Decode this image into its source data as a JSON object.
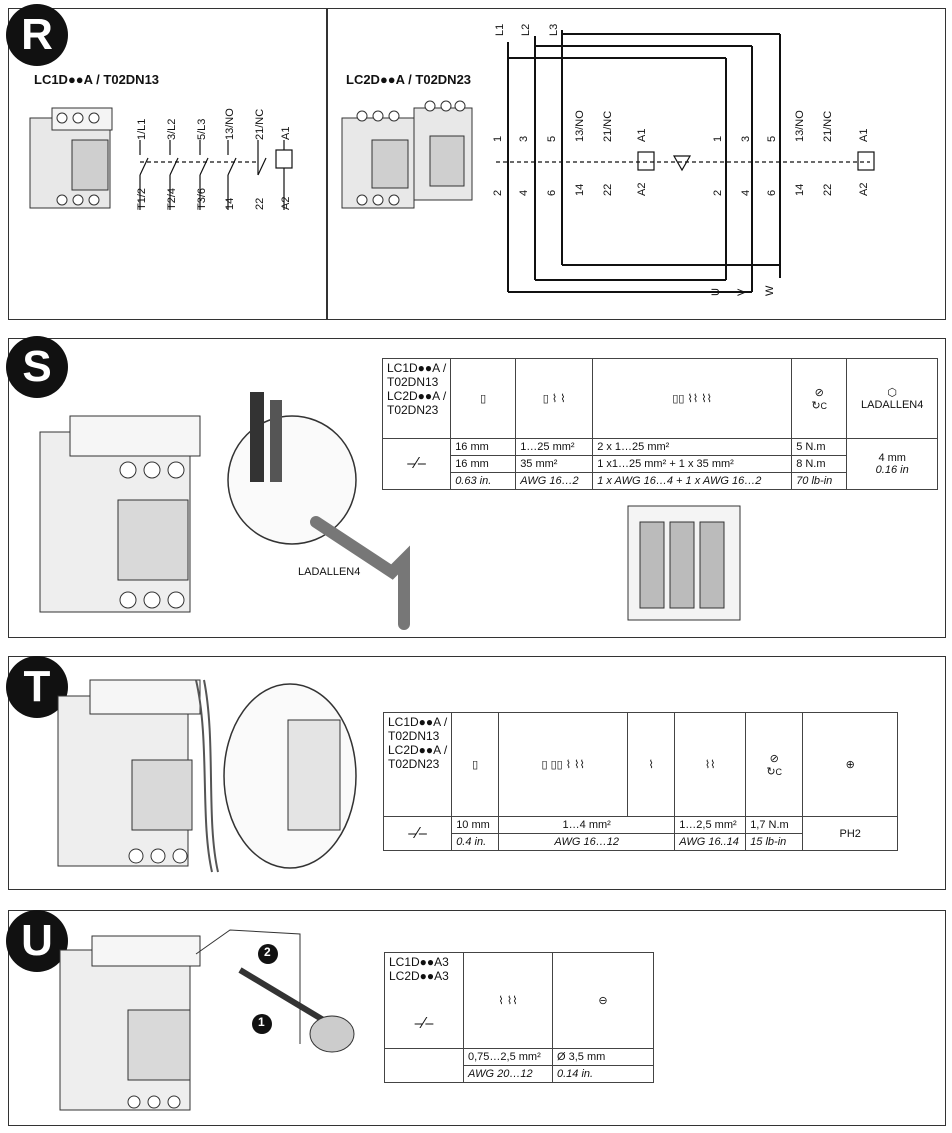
{
  "sections": {
    "R": {
      "letter": "R",
      "left_title": "LC1D●●A / T02DN13",
      "right_title": "LC2D●●A / T02DN23",
      "left_terms_top": [
        "1/L1",
        "3/L2",
        "5/L3",
        "13/NO",
        "21/NC",
        "A1"
      ],
      "left_terms_bot": [
        "T1/2",
        "T2/4",
        "T3/6",
        "14",
        "22",
        "A2"
      ],
      "right_terms_top": [
        "1",
        "3",
        "5",
        "13/NO",
        "21/NC",
        "A1",
        "1",
        "3",
        "5",
        "13/NO",
        "21/NC",
        "A1"
      ],
      "right_terms_bot": [
        "2",
        "4",
        "6",
        "14",
        "22",
        "A2",
        "2",
        "4",
        "6",
        "14",
        "22",
        "A2"
      ],
      "lines_in": [
        "L1",
        "L2",
        "L3"
      ],
      "lines_out": [
        "U",
        "V",
        "W"
      ]
    },
    "S": {
      "letter": "S",
      "models": [
        "LC1D●●A /",
        "T02DN13",
        "LC2D●●A /",
        "T02DN23"
      ],
      "row1": [
        "16 mm",
        "1…25 mm²",
        "2 x 1…25 mm²",
        "5 N.m"
      ],
      "row2": [
        "16 mm",
        "35 mm²",
        "1 x1…25 mm²  + 1 x 35 mm²",
        "8 N.m"
      ],
      "row3": [
        "0.63 in.",
        "AWG 16…2",
        "1 x AWG 16…4 + 1 x AWG 16…2",
        "70 lb-in"
      ],
      "tool_label": "LADALLEN4",
      "tool_size": "4 mm",
      "tool_size_in": "0.16 in",
      "callout_label": "LADALLEN4",
      "torque_symbol": "C"
    },
    "T": {
      "letter": "T",
      "models": [
        "LC1D●●A /",
        "T02DN13",
        "LC2D●●A /",
        "T02DN23"
      ],
      "row1": [
        "10 mm",
        "1…4 mm²",
        "1…2,5 mm²",
        "1,7 N.m"
      ],
      "row2": [
        "0.4 in.",
        "AWG 16…12",
        "AWG 16..14",
        "15 lb-in"
      ],
      "tool": "PH2",
      "torque_symbol": "C"
    },
    "U": {
      "letter": "U",
      "models": [
        "LC1D●●A3",
        "LC2D●●A3"
      ],
      "row1": [
        "0,75…2,5 mm²",
        "Ø 3,5 mm"
      ],
      "row2": [
        "AWG 20…12",
        "0.14 in."
      ],
      "step1": "1",
      "step2": "2"
    }
  }
}
